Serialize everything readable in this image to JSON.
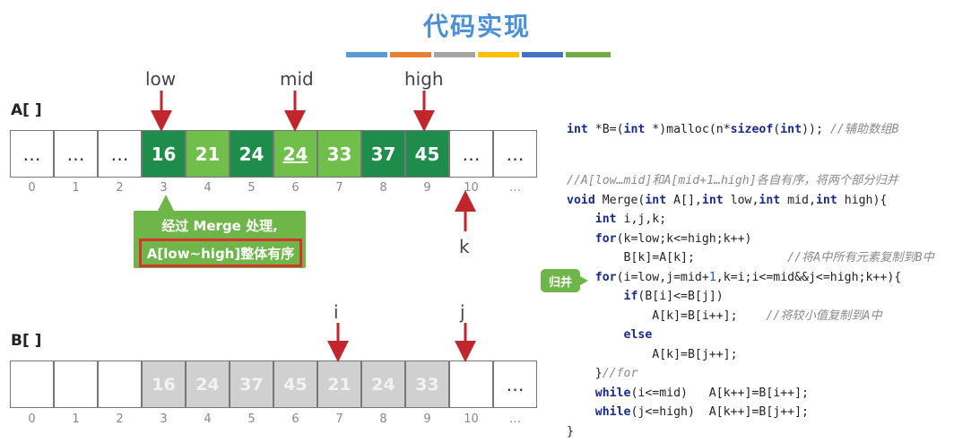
{
  "title": "代码实现",
  "colorbar": [
    "#5b9bd5",
    "#ed7d31",
    "#a5a5a5",
    "#ffc000",
    "#4472c4",
    "#70ad47"
  ],
  "pointers_top": {
    "low": "low",
    "mid": "mid",
    "high": "high",
    "k": "k"
  },
  "pointers_bottom": {
    "i": "i",
    "j": "j"
  },
  "array_a": {
    "name": "A[ ]",
    "cells": [
      "…",
      "…",
      "…",
      "16",
      "21",
      "24",
      "24",
      "33",
      "37",
      "45",
      "…",
      "…"
    ],
    "indices": [
      "0",
      "1",
      "2",
      "3",
      "4",
      "5",
      "6",
      "7",
      "8",
      "9",
      "10",
      "…"
    ]
  },
  "array_b": {
    "name": "B[ ]",
    "cells": [
      "",
      "",
      "",
      "16",
      "24",
      "37",
      "45",
      "21",
      "24",
      "33",
      "",
      "…"
    ],
    "indices": [
      "0",
      "1",
      "2",
      "3",
      "4",
      "5",
      "6",
      "7",
      "8",
      "9",
      "10",
      "…"
    ]
  },
  "callout": {
    "line1": "经过 Merge 处理,",
    "line2": "A[low~high]整体有序"
  },
  "badge": "归并",
  "code": {
    "line0_a": "int",
    "line0_b": " *B=(",
    "line0_c": "int",
    "line0_d": " *)malloc(n*",
    "line0_e": "sizeof",
    "line0_f": "(",
    "line0_g": "int",
    "line0_h": ")); ",
    "line0_cm": "//辅助数组B",
    "comment1": "//A[low…mid]和A[mid+1…high]各自有序，将两个部分归并",
    "sig_a": "void",
    "sig_b": " Merge(",
    "sig_c": "int",
    "sig_d": " A[],",
    "sig_e": "int",
    "sig_f": " low,",
    "sig_g": "int",
    "sig_h": " mid,",
    "sig_i": "int",
    "sig_j": " high){",
    "l3_a": "int",
    "l3_b": " i,j,k;",
    "l4_a": "for",
    "l4_b": "(k=low;k<=high;k++)",
    "l5_a": "B[k]=A[k];",
    "l5_cm": "//将A中所有元素复制到B中",
    "l6_a": "for",
    "l6_b": "(i=low,j=mid+",
    "l6_c": "1",
    "l6_d": ",k=i;i<=mid&&j<=high;k++){",
    "l7_a": "if",
    "l7_b": "(B[i]<=B[j])",
    "l8_a": "A[k]=B[i++];",
    "l8_cm": "//将较小值复制到A中",
    "l9_a": "else",
    "l10_a": "A[k]=B[j++];",
    "l11_a": "}",
    "l11_cm": "//for",
    "l12_a": "while",
    "l12_b": "(i<=mid)   A[k++]=B[i++];",
    "l13_a": "while",
    "l13_b": "(j<=high)  A[k++]=B[j++];",
    "l14_a": "}"
  }
}
